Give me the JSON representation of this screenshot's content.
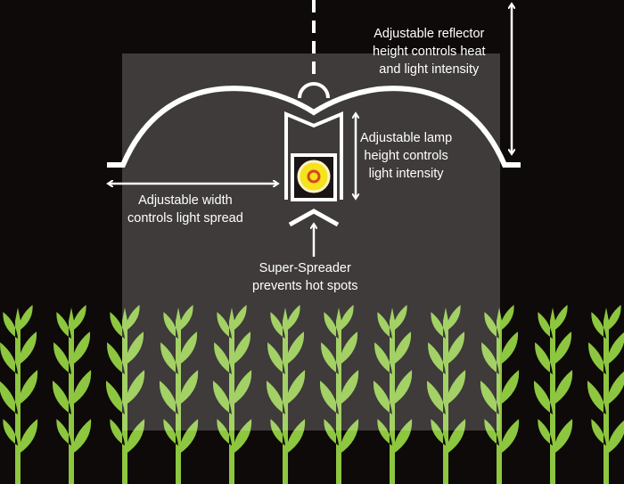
{
  "colors": {
    "background": "#0e0a09",
    "plant": "#8dc63f",
    "overlay": "rgba(255,255,255,0.2)",
    "lamp_yellow": "#f7e21b",
    "lamp_red": "#d2491f"
  },
  "labels": {
    "reflector": [
      "Adjustable reflector",
      "height controls heat",
      "and light intensity"
    ],
    "lamp": [
      "Adjustable lamp",
      "height controls",
      "light intensity"
    ],
    "width": [
      "Adjustable width",
      "controls light spread"
    ],
    "spreader": [
      "Super-Spreader",
      "prevents hot spots"
    ]
  },
  "plant_count": 12
}
